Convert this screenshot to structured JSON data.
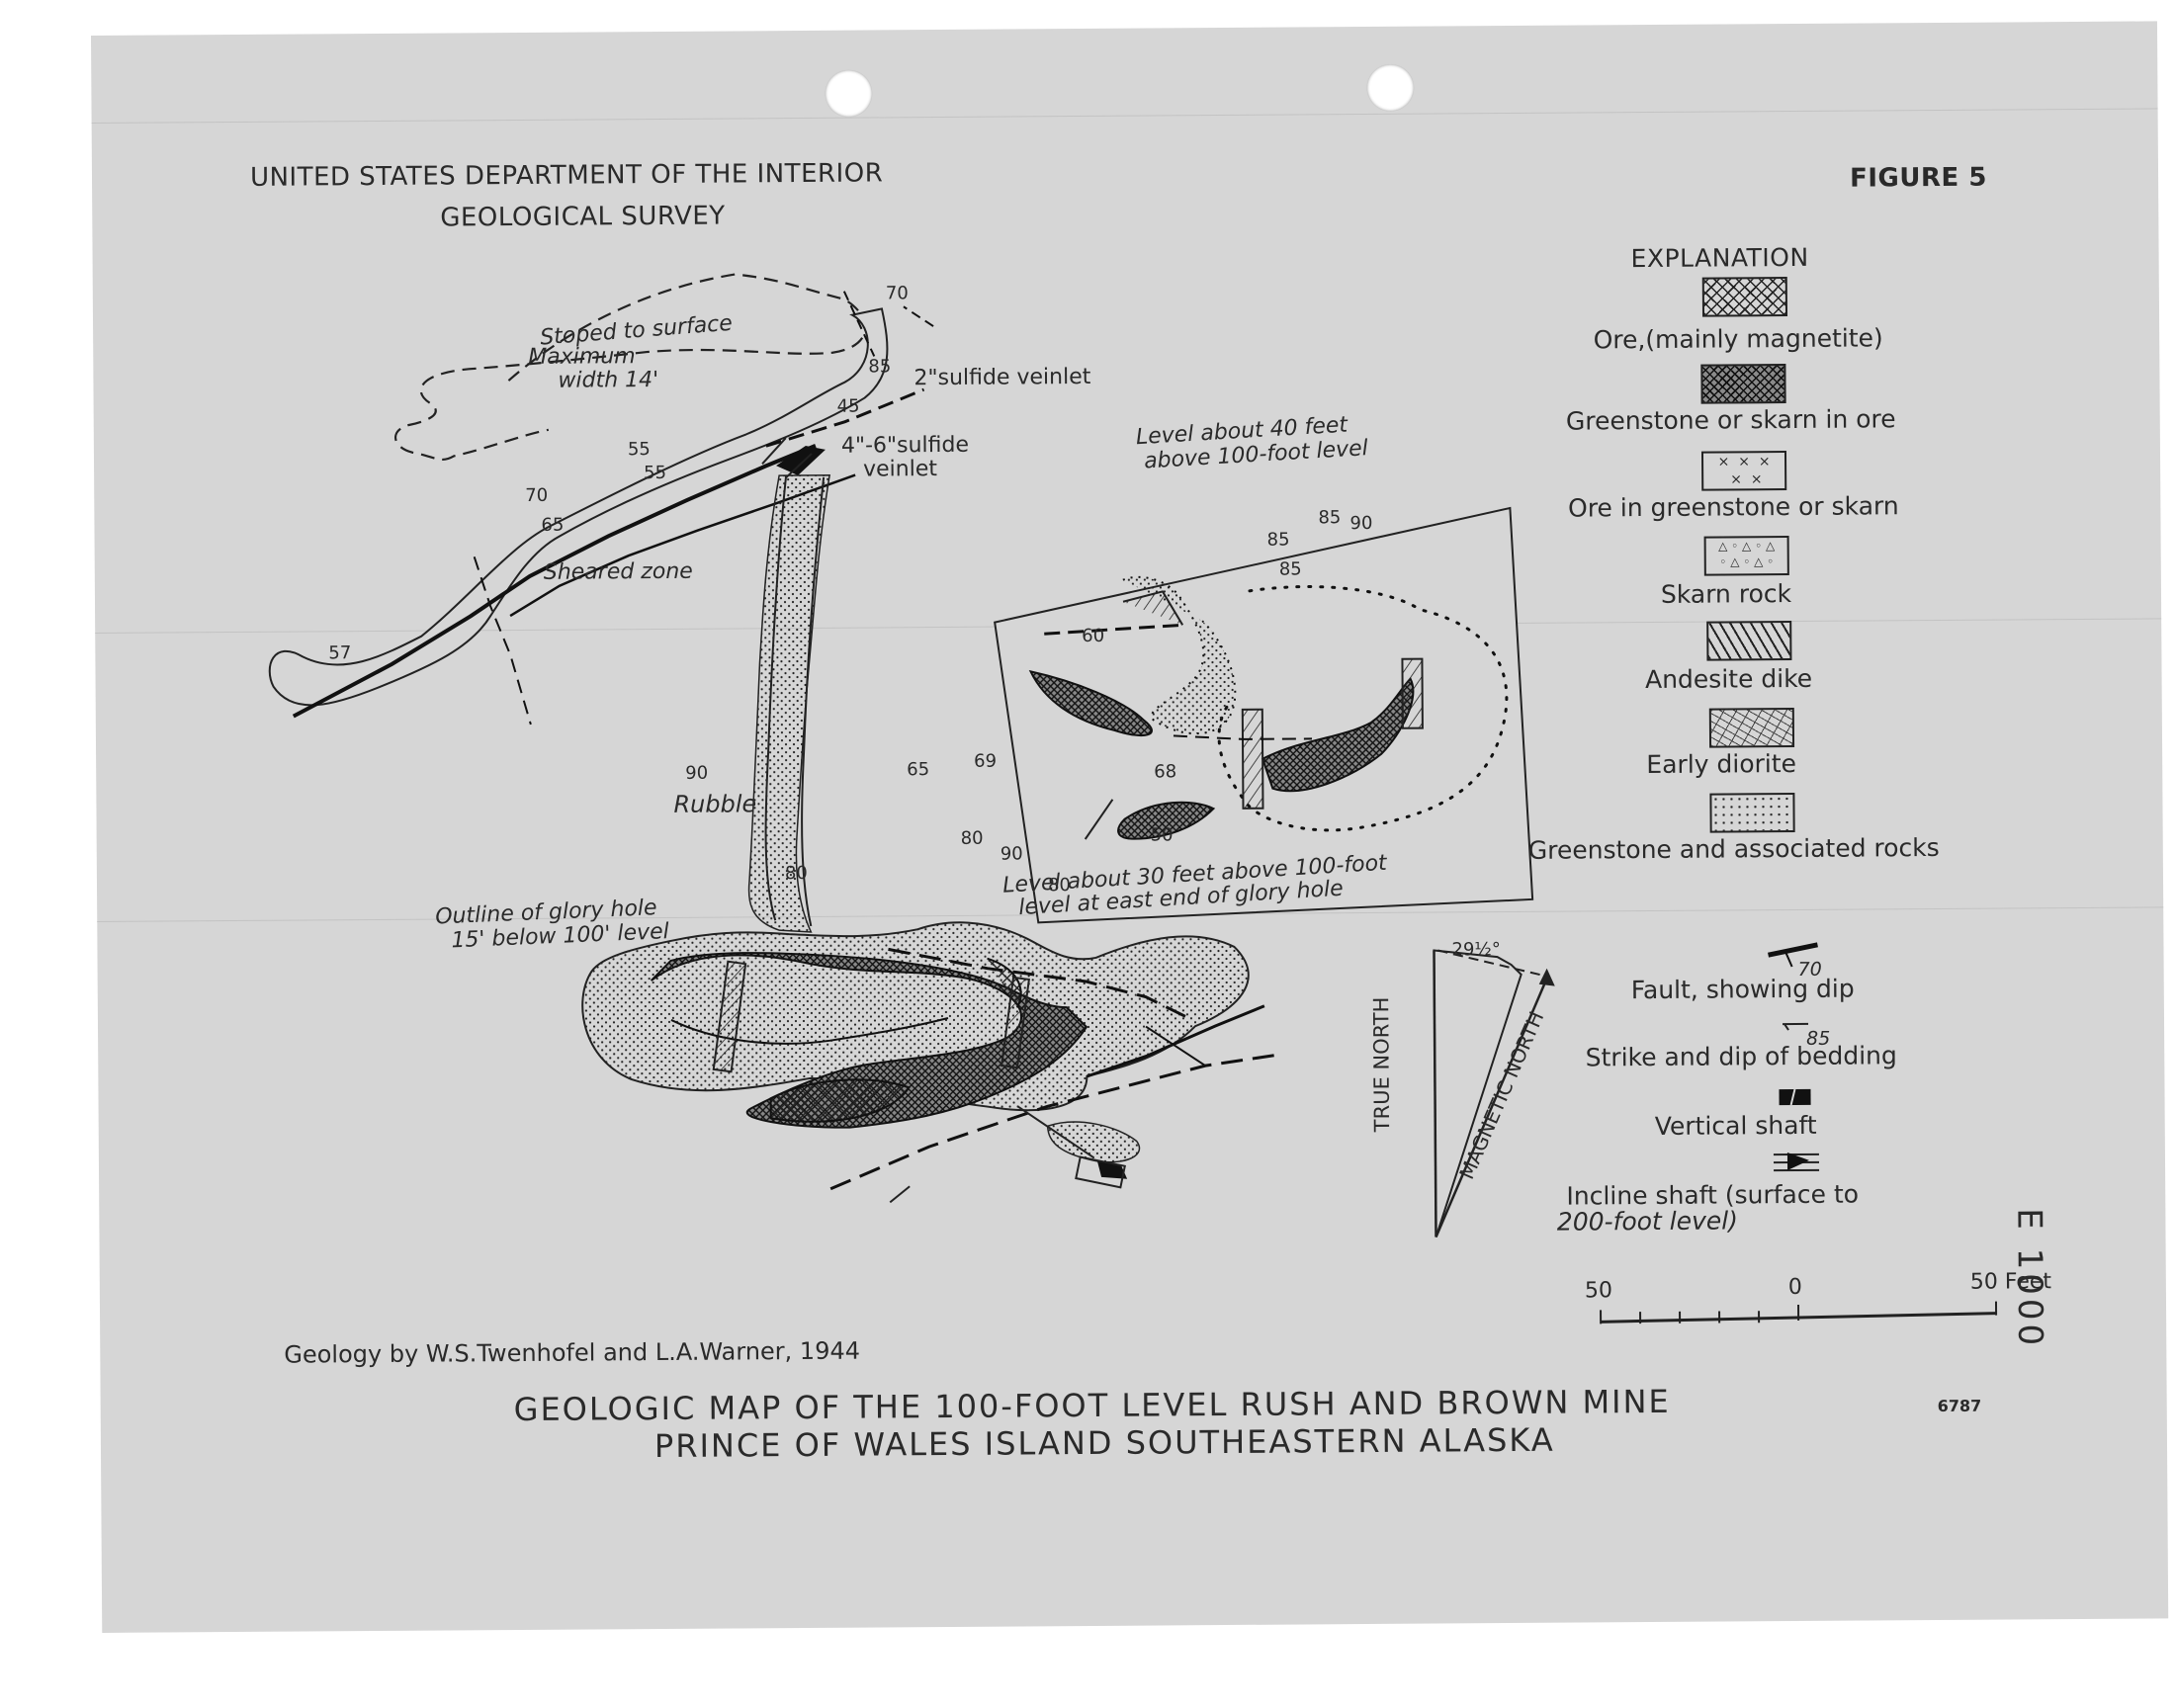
{
  "header": {
    "agency_line1": "UNITED STATES DEPARTMENT OF THE INTERIOR",
    "agency_line2": "GEOLOGICAL SURVEY",
    "figure": "FIGURE 5"
  },
  "map_labels": {
    "stoped": "Stoped to surface",
    "max_width_1": "Maximum",
    "max_width_2": "width 14'",
    "sulfide_2in": "2\"sulfide veinlet",
    "sulfide_4_6_1": "4\"-6\"sulfide",
    "sulfide_4_6_2": "veinlet",
    "sheared": "Sheared zone",
    "rubble": "Rubble",
    "glory_1": "Outline of glory hole",
    "glory_2": "15' below 100' level",
    "inset_top_1": "Level about 40 feet",
    "inset_top_2": "above 100-foot level",
    "inset_bottom_1": "Level about 30 feet above 100-foot",
    "inset_bottom_2": "level at east end of glory hole"
  },
  "dip_values": [
    "70",
    "85",
    "45",
    "55",
    "55",
    "70",
    "65",
    "57",
    "85",
    "90",
    "85",
    "85",
    "60",
    "90",
    "65",
    "69",
    "68",
    "80",
    "90",
    "80",
    "50",
    "80"
  ],
  "north_arrow": {
    "true_north": "TRUE NORTH",
    "magnetic_north": "MAGNETIC NORTH",
    "declination": "29½°"
  },
  "legend": {
    "heading": "EXPLANATION",
    "items": [
      {
        "label": "Ore,(mainly magnetite)",
        "pattern": "crosshatch"
      },
      {
        "label": "Greenstone or skarn in ore",
        "pattern": "dense-crosshatch"
      },
      {
        "label": "Ore in greenstone or skarn",
        "pattern": "x-marks"
      },
      {
        "label": "Skarn rock",
        "pattern": "triangles-dots"
      },
      {
        "label": "Andesite dike",
        "pattern": "diagonal-bars"
      },
      {
        "label": "Early diorite",
        "pattern": "dashes"
      },
      {
        "label": "Greenstone and associated rocks",
        "pattern": "dots"
      },
      {
        "label": "Fault, showing dip",
        "symbol": "fault",
        "value": "70"
      },
      {
        "label": "Strike and dip of bedding",
        "symbol": "strike",
        "value": "85"
      },
      {
        "label": "Vertical shaft",
        "symbol": "vertical-shaft"
      },
      {
        "label": "Incline shaft (surface to",
        "symbol": "incline-shaft"
      },
      {
        "label": "200-foot level)"
      }
    ]
  },
  "scale": {
    "left": "50",
    "middle": "0",
    "right": "50 Feet"
  },
  "credit": "Geology by W.S.Twenhofel and L.A.Warner, 1944",
  "title_line1": "GEOLOGIC MAP OF THE 100-FOOT LEVEL RUSH AND BROWN MINE",
  "title_line2": "PRINCE OF WALES ISLAND SOUTHEASTERN ALASKA",
  "sheet_number": "6787",
  "stamp_number": "E 1000"
}
